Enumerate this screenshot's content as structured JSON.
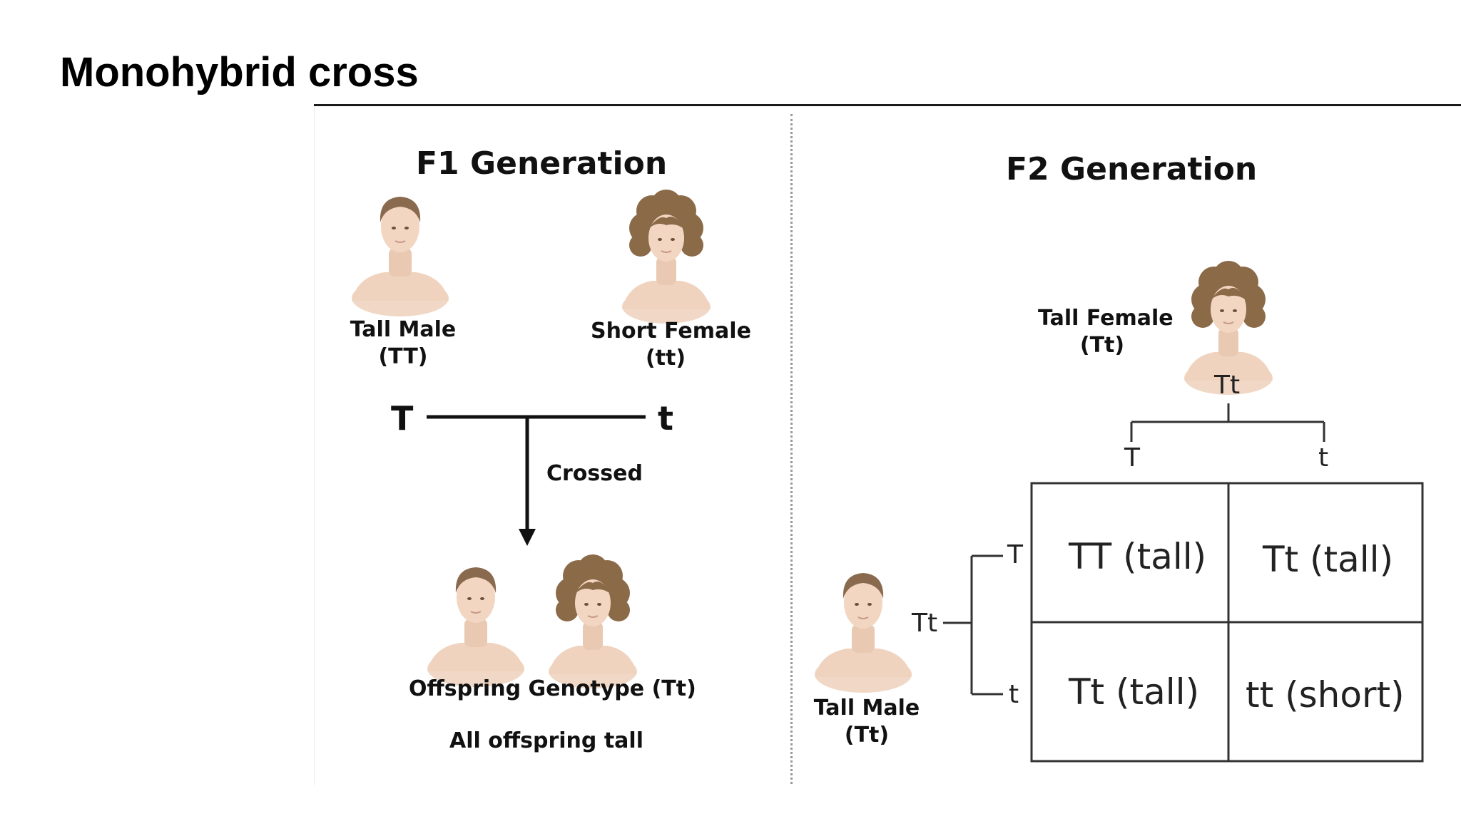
{
  "slide": {
    "title": "Monohybrid cross"
  },
  "f1": {
    "title": "F1 Generation",
    "male_label": "Tall Male",
    "male_genotype": "(TT)",
    "female_label": "Short Female",
    "female_genotype": "(tt)",
    "allele_left": "T",
    "allele_right": "t",
    "arrow_label": "Crossed",
    "offspring_genotype": "Offspring Genotype (Tt)",
    "offspring_note": "All offspring tall"
  },
  "f2": {
    "title": "F2 Generation",
    "female_label": "Tall Female",
    "female_genotype": "(Tt)",
    "female_parent_genotype": "Tt",
    "female_alleles": [
      "T",
      "t"
    ],
    "male_label": "Tall Male",
    "male_genotype": "(Tt)",
    "male_parent_genotype": "Tt",
    "male_alleles": [
      "T",
      "t"
    ],
    "punnett": [
      [
        "TT (tall)",
        "Tt (tall)"
      ],
      [
        "Tt (tall)",
        "tt (short)"
      ]
    ]
  },
  "colors": {
    "skin": "#f1d8c6",
    "hair_male": "#8a6a4e",
    "hair_female": "#8b6a48",
    "divider": "#9a9a9a",
    "lines": "#333333"
  }
}
